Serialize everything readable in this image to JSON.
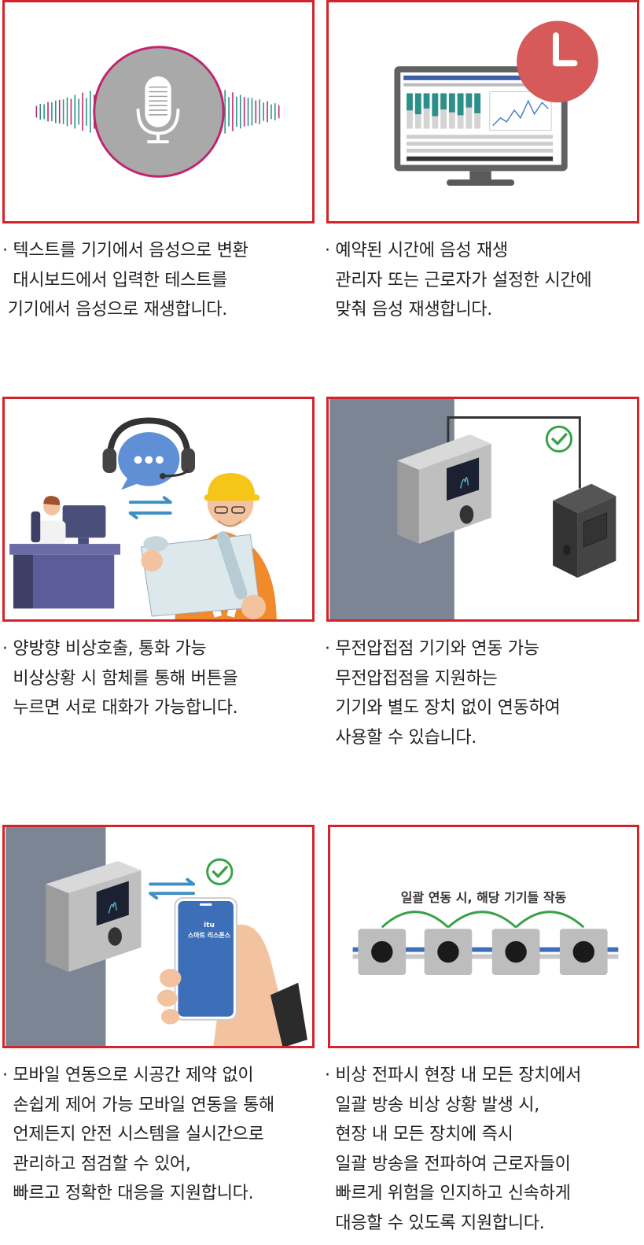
{
  "features": [
    {
      "id": "tts",
      "lines": [
        "· 텍스트를 기기에서 음성으로 변환",
        "  대시보드에서 입력한 테스트를",
        " 기기에서 음성으로 재생합니다."
      ]
    },
    {
      "id": "schedule",
      "lines": [
        "· 예약된 시간에 음성 재생",
        "  관리자 또는 근로자가 설정한 시간에",
        "  맞춰 음성 재생합니다."
      ]
    },
    {
      "id": "intercom",
      "lines": [
        "· 양방향 비상호출, 통화 가능",
        "  비상상황 시 함체를 통해 버튼을",
        "  누르면 서로 대화가 가능합니다."
      ]
    },
    {
      "id": "dry-contact",
      "lines": [
        "· 무전압접점 기기와 연동 가능",
        "  무전압접점을 지원하는",
        "  기기와 별도 장치 없이 연동하여",
        "  사용할 수 있습니다."
      ]
    },
    {
      "id": "mobile",
      "lines": [
        "· 모바일 연동으로 시공간 제약 없이",
        "  손쉽게 제어 가능 모바일 연동을 통해",
        "  언제든지 안전 시스템을 실시간으로",
        "  관리하고 점검할 수 있어,",
        "  빠르고 정확한 대응을 지원합니다."
      ],
      "phone": {
        "brand": "itu",
        "app_name": "스마트 리스폰스"
      }
    },
    {
      "id": "broadcast",
      "lines": [
        "· 비상 전파시 현장 내 모든 장치에서",
        "  일괄 방송 비상 상황 발생 시,",
        "  현장 내 모든 장치에 즉시",
        "  일괄 방송을 전파하여 근로자들이",
        "  빠르게 위험을 인지하고 신속하게",
        "  대응할 수 있도록 지원합니다."
      ],
      "diagram_label": "일괄 연동 시, 해당 기기들 작동"
    }
  ],
  "colors": {
    "frame": "#d2242a",
    "teal": "#2b8f8a",
    "magenta": "#c0246f",
    "clock": "#d65a5a",
    "blue": "#3d6fb8",
    "green": "#3aa14a"
  }
}
